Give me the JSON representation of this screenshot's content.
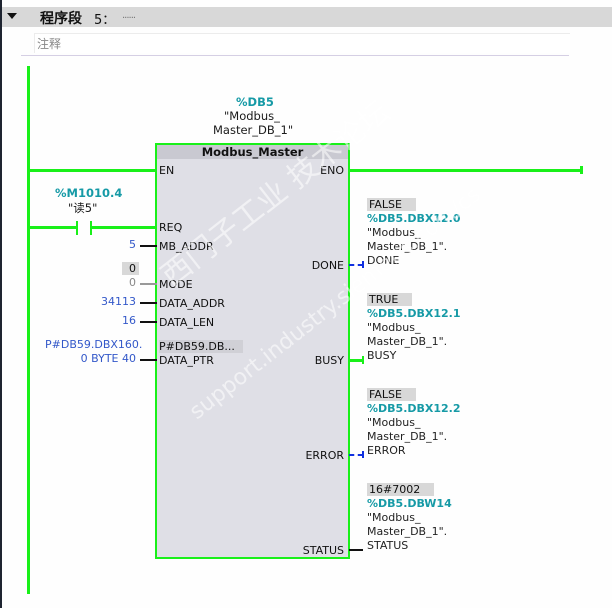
{
  "network": {
    "title": "程序段",
    "number": "5：",
    "title_placeholder": "......",
    "comment_placeholder": "注释"
  },
  "block": {
    "instance_address": "%DB5",
    "instance_name_line1": "\"Modbus_",
    "instance_name_line2": "Master_DB_1\"",
    "type_name": "Modbus_Master",
    "inputs": {
      "en": "EN",
      "req": "REQ",
      "mb_addr": "MB_ADDR",
      "mode": "MODE",
      "data_addr": "DATA_ADDR",
      "data_len": "DATA_LEN",
      "data_ptr": "DATA_PTR",
      "data_ptr_monitor": "P#DB59.DB..."
    },
    "outputs": {
      "eno": "ENO",
      "done": "DONE",
      "busy": "BUSY",
      "error": "ERROR",
      "status": "STATUS"
    }
  },
  "contact": {
    "address": "%M1010.4",
    "symbol": "\"读5\""
  },
  "input_params": {
    "mb_addr": "5",
    "mode_monitor": "0",
    "mode": "0",
    "data_addr": "34113",
    "data_len": "16",
    "data_ptr_line1": "P#DB59.DBX160.",
    "data_ptr_line2": "0 BYTE 40"
  },
  "output_params": [
    {
      "value": "FALSE",
      "address": "%DB5.DBX12.0",
      "sym1": "\"Modbus_",
      "sym2": "Master_DB_1\".",
      "sym3": "DONE"
    },
    {
      "value": "TRUE",
      "address": "%DB5.DBX12.1",
      "sym1": "\"Modbus_",
      "sym2": "Master_DB_1\".",
      "sym3": "BUSY"
    },
    {
      "value": "FALSE",
      "address": "%DB5.DBX12.2",
      "sym1": "\"Modbus_",
      "sym2": "Master_DB_1\".",
      "sym3": "ERROR"
    },
    {
      "value": "16#7002",
      "address": "%DB5.DBW14",
      "sym1": "\"Modbus_",
      "sym2": "Master_DB_1\".",
      "sym3": "STATUS"
    }
  ],
  "watermark": {
    "line1": "西门子工业  技术论坛",
    "line2": "support.industry.siemens.com/cs"
  },
  "colors": {
    "power_flow": "#19f019",
    "address_teal": "#169aa6",
    "constant_blue": "#3358c9",
    "false_dashed": "#1030e0"
  }
}
